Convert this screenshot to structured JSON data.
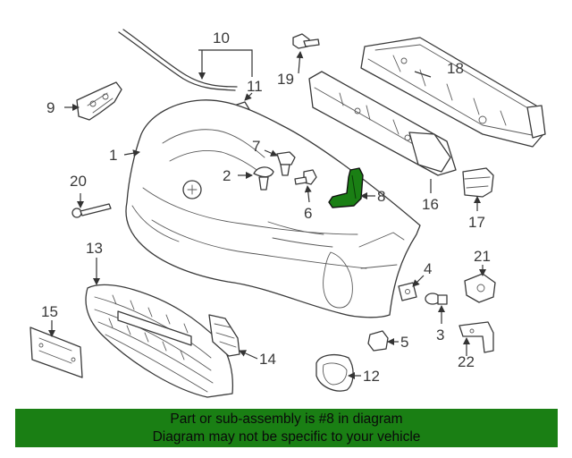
{
  "diagram": {
    "highlight_color": "#1a7f14",
    "callouts": {
      "c1": "1",
      "c2": "2",
      "c3": "3",
      "c4": "4",
      "c5": "5",
      "c6": "6",
      "c7": "7",
      "c8": "8",
      "c9": "9",
      "c10": "10",
      "c11": "11",
      "c12": "12",
      "c13": "13",
      "c14": "14",
      "c15": "15",
      "c16": "16",
      "c17": "17",
      "c18": "18",
      "c19": "19",
      "c20": "20",
      "c21": "21",
      "c22": "22"
    }
  },
  "footer": {
    "line1": "Part or sub-assembly is #8 in diagram",
    "line2": "Diagram may not be specific to your vehicle",
    "background": "#1a7f14"
  }
}
